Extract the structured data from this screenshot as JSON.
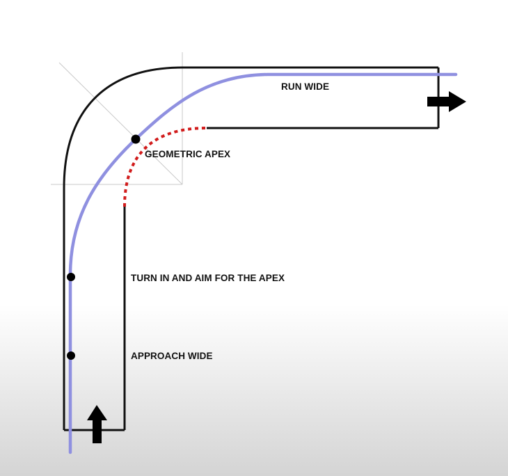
{
  "labels": {
    "run_wide": "RUN WIDE",
    "geometric_apex": "GEOMETRIC APEX",
    "turn_in": "TURN IN AND AIM FOR THE APEX",
    "approach_wide": "APPROACH WIDE"
  },
  "colors": {
    "background_top": "#ffffff",
    "background_bottom": "#d4d4d4",
    "track_edge": "#111111",
    "racing_line": "#8f90e0",
    "apex_dotted_curb": "#d11b1b",
    "construction_lines": "#c8c8c8",
    "markers": "#000000",
    "arrows": "#000000"
  },
  "icons": {
    "entry_arrow": "arrow-up-icon",
    "exit_arrow": "arrow-right-icon"
  }
}
